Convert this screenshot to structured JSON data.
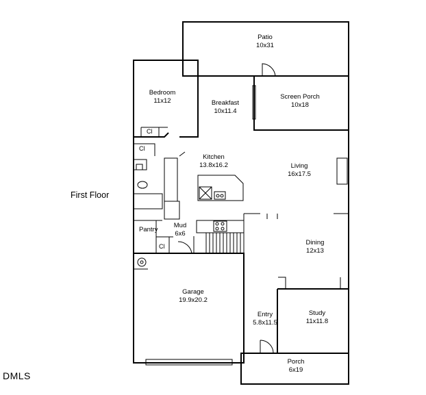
{
  "floor_label": "First Floor",
  "brand": "DMLS",
  "rooms": [
    {
      "name": "Patio",
      "size": "10x31"
    },
    {
      "name": "Bedroom",
      "size": "11x12"
    },
    {
      "name": "Breakfast",
      "size": "10x11.4"
    },
    {
      "name": "Screen Porch",
      "size": "10x18"
    },
    {
      "name": "Kitchen",
      "size": "13.8x16.2"
    },
    {
      "name": "Living",
      "size": "16x17.5"
    },
    {
      "name": "Mud",
      "size": "6x6"
    },
    {
      "name": "Dining",
      "size": "12x13"
    },
    {
      "name": "Garage",
      "size": "19.9x20.2"
    },
    {
      "name": "Entry",
      "size": "5.8x11.5"
    },
    {
      "name": "Study",
      "size": "11x11.8"
    },
    {
      "name": "Porch",
      "size": "6x19"
    }
  ],
  "closets": [
    "Cl",
    "Cl",
    "Cl"
  ],
  "pantry": "Pantry"
}
